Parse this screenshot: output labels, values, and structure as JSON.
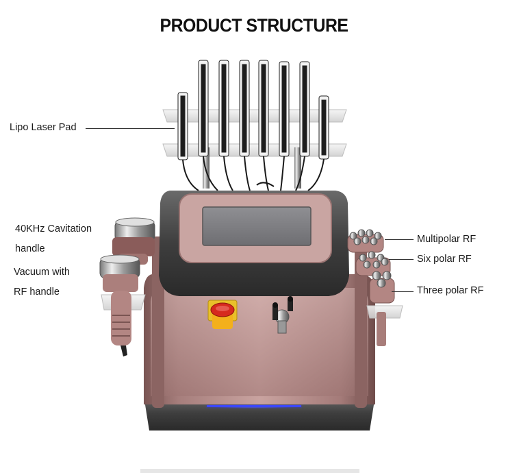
{
  "title": "PRODUCT STRUCTURE",
  "labels": {
    "lipo_laser_pad": "Lipo Laser Pad",
    "cavitation_line1": "40KHz Cavitation",
    "cavitation_line2": "handle",
    "vacuum_line1": "Vacuum with",
    "vacuum_line2": "RF handle",
    "multipolar": "Multipolar RF",
    "six_polar": "Six polar RF",
    "three_polar": "Three polar RF"
  },
  "colors": {
    "body_rose": "#b08583",
    "panel_gray": "#505050",
    "led_blue": "#3a46ff",
    "stop_red": "#d62a1e",
    "stop_yellow": "#f3b01c"
  }
}
